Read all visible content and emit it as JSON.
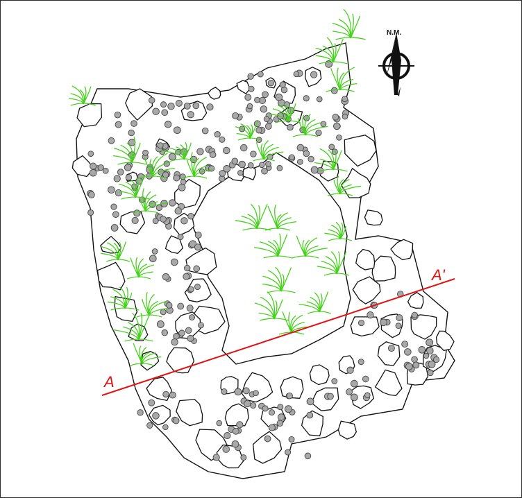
{
  "plan": {
    "north_label": "N.M.",
    "section_label_start": "A",
    "section_label_end": "A'",
    "colors": {
      "outline": "#111111",
      "stone_fill": "#ffffff",
      "pebble_fill": "#a8a8a8",
      "vegetation": "#44d11a",
      "section_line": "#e01212"
    },
    "icons": [
      "north-arrow-icon",
      "vegetation-icon",
      "stone-icon",
      "pebble-icon"
    ]
  }
}
